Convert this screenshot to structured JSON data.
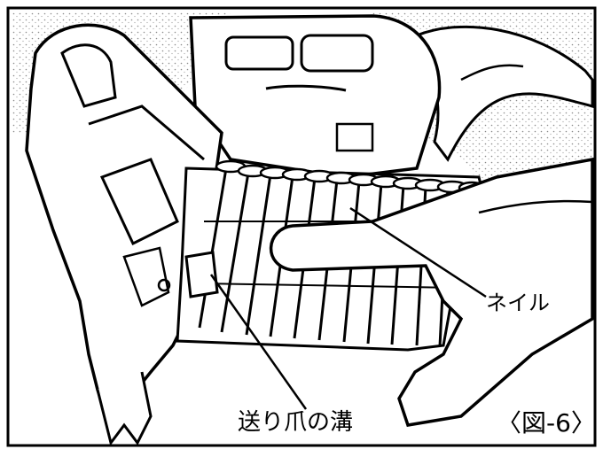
{
  "labels": {
    "nail": "ネイル",
    "feed_claw_groove": "送り爪の溝",
    "figure": "〈図-6〉"
  },
  "colors": {
    "ink": "#000000",
    "paper": "#ffffff",
    "stipple": "#9a9a9a"
  }
}
